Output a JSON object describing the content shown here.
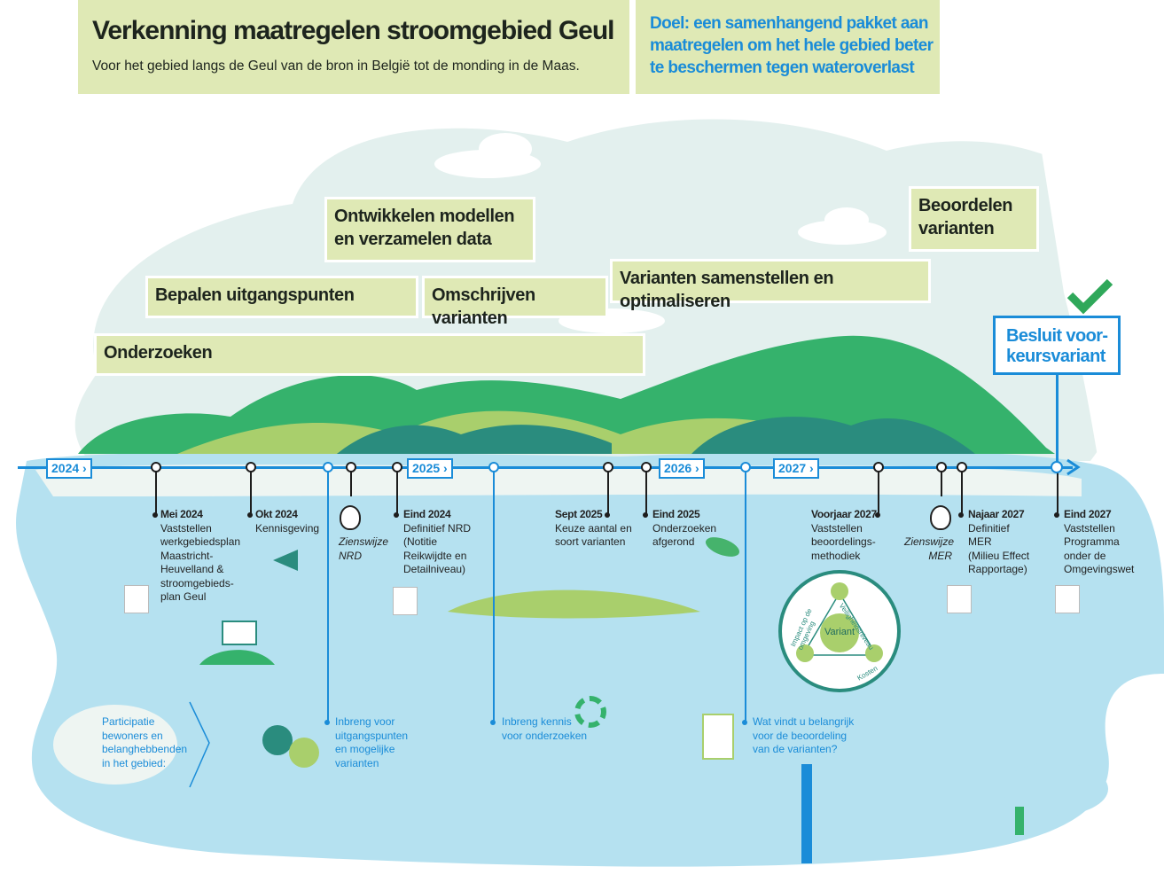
{
  "header": {
    "title": "Verkenning maatregelen stroomgebied Geul",
    "subtitle": "Voor het gebied langs de Geul van de bron in België tot de monding in de Maas.",
    "goal": "Doel: een samenhangend pakket aan maatregelen om het hele gebied beter te beschermen tegen wateroverlast"
  },
  "phases": [
    {
      "label": "Onderzoeken"
    },
    {
      "label": "Bepalen uitgangspunten"
    },
    {
      "label": "Omschrijven varianten"
    },
    {
      "label": "Ontwikkelen modellen en verzamelen data"
    },
    {
      "label": "Varianten samenstellen en optimaliseren"
    },
    {
      "label": "Beoordelen varianten"
    }
  ],
  "decision": {
    "label": "Besluit voor-keursvariant"
  },
  "years": [
    "2024 ›",
    "2025 ›",
    "2026 ›",
    "2027 ›"
  ],
  "events": [
    {
      "date": "Mei 2024",
      "text": "Vaststellen\nwerkgebiedsplan\nMaastricht-\nHeuvelland &\nstroomgebieds-\nplan Geul"
    },
    {
      "date": "Okt 2024",
      "text": "Kennisgeving"
    },
    {
      "date": "Eind 2024",
      "text": "Definitief NRD\n(Notitie\nReikwijdte en\nDetailniveau)"
    },
    {
      "date": "Sept 2025",
      "text": "Keuze aantal en\nsoort varianten"
    },
    {
      "date": "Eind  2025",
      "text": "Onderzoeken\nafgerond"
    },
    {
      "date": "Voorjaar 2027",
      "text": "Vaststellen\nbeoordelings-\nmethodiek"
    },
    {
      "date": "Najaar 2027",
      "text": "Definitief\nMER\n(Milieu Effect\nRapportage)"
    },
    {
      "date": "Eind 2027",
      "text": "Vaststellen\nProgramma\nonder de\nOmgevingswet"
    }
  ],
  "zienswijze": [
    {
      "text": "Zienswijze\nNRD"
    },
    {
      "text": "Zienswijze\nMER"
    }
  ],
  "participation": {
    "intro": "Participatie\nbewoners en\nbelanghebbenden\nin het gebied:",
    "items": [
      {
        "text": "Inbreng voor\nuitgangspunten\nen mogelijke\nvarianten"
      },
      {
        "text": "Inbreng kennis\nvoor onderzoeken"
      },
      {
        "text": "Wat vindt u belangrijk\nvoor de beoordeling\nvan de varianten?"
      }
    ]
  },
  "assessment": {
    "center": "Variant",
    "safety": "Veiligheidsniveau",
    "impact": "Impact op de omgeving",
    "costs": "Kosten"
  },
  "colors": {
    "header_bg": "#dfe9b5",
    "accent_blue": "#1a8cd8",
    "water": "#b5e1f0",
    "hill_green": "#35b26c",
    "hill_teal": "#2a8c7e",
    "hill_light": "#a9cf6c"
  }
}
